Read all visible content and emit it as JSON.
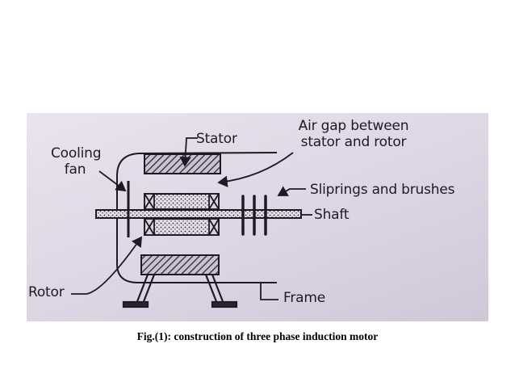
{
  "diagram": {
    "labels": {
      "stator": "Stator",
      "air_gap": "Air gap between stator and rotor",
      "cooling_fan": "Cooling fan",
      "sliprings": "Sliprings and brushes",
      "shaft": "Shaft",
      "rotor": "Rotor",
      "frame": "Frame"
    }
  },
  "caption": "Fig.(1): construction of three phase induction motor"
}
